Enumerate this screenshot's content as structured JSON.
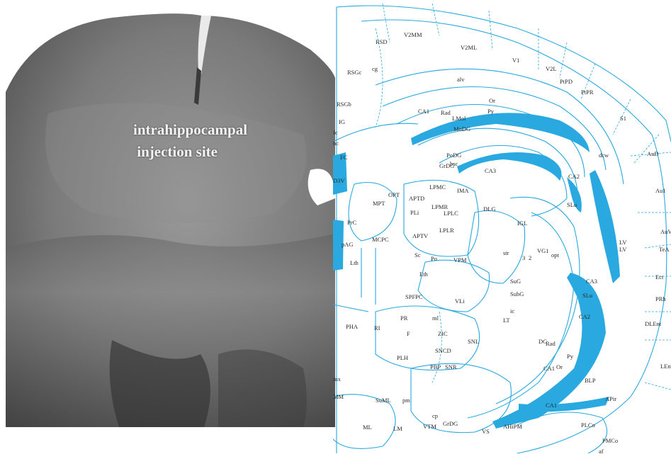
{
  "photo": {
    "label_line1": "intrahippocampal",
    "label_line2": " injection site"
  },
  "atlas": {
    "labels": [
      "RSD",
      "V2MM",
      "V2ML",
      "V1",
      "V2L",
      "PtPD",
      "PtPR",
      "S1",
      "AuD",
      "Au1",
      "AuV",
      "TeA",
      "Ect",
      "PRh",
      "DLEnt",
      "LEnt",
      "RSGc",
      "RSGb",
      "cg",
      "alv",
      "Or",
      "Py",
      "Rad",
      "LMol",
      "MoDG",
      "CA1",
      "IG",
      "fc",
      "hc",
      "FC",
      "D3V",
      "PoDG",
      "GrDG",
      "bsc",
      "CA3",
      "CA2",
      "SLu",
      "dcw",
      "LV",
      "APTD",
      "LPMC",
      "IMA",
      "OPT",
      "MPT",
      "PLi",
      "LPMR",
      "DLG",
      "PrC",
      "LPLC",
      "LPLR",
      "IGL",
      "pAG",
      "MCPC",
      "APTV",
      "VG1",
      "opt",
      "Lth",
      "Sc",
      "Po",
      "VPM",
      "str",
      "3",
      "2",
      "Eth",
      "SPFPC",
      "VLi",
      "SubG",
      "PHA",
      "RI",
      "PR",
      "ml",
      "ZIC",
      "ic",
      "F",
      "LT",
      "CA3",
      "SLu",
      "CA2",
      "Rad",
      "Py",
      "CA1",
      "Or",
      "BLP",
      "APir",
      "SNCD",
      "SNL",
      "PLH",
      "PBP",
      "SNR",
      "mx",
      "MM",
      "SuML",
      "pm",
      "ML",
      "LM",
      "VTM",
      "cp",
      "GrDG",
      "VS",
      "AHiPM",
      "PLCo",
      "PMCo",
      "af",
      "CA1",
      "LV",
      "DG",
      "SuG"
    ]
  }
}
